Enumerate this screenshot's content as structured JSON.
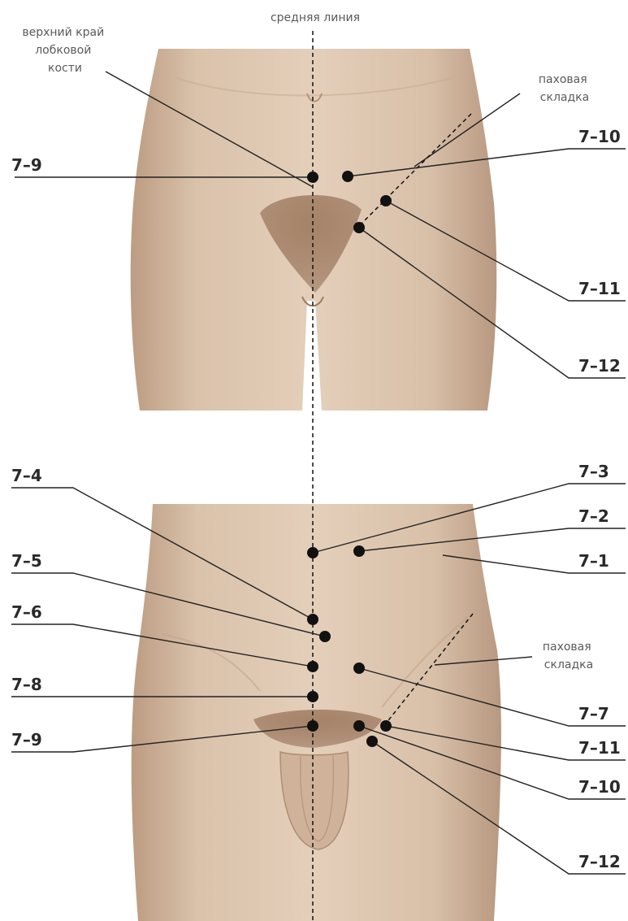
{
  "midline_label": "средняя линия",
  "female": {
    "pubic_edge_label": [
      "верхний край",
      "лобковой",
      "кости"
    ],
    "inguinal_label": [
      "паховая",
      "складка"
    ],
    "points": [
      "7–9",
      "7–10",
      "7–11",
      "7–12"
    ]
  },
  "male": {
    "inguinal_label": [
      "паховая",
      "складка"
    ],
    "points": [
      "7–4",
      "7–3",
      "7–2",
      "7–5",
      "7–1",
      "7–6",
      "7–8",
      "7–7",
      "7–9",
      "7–11",
      "7–10",
      "7–12"
    ]
  },
  "colors": {
    "skin_light": "#e2cbb5",
    "skin_mid": "#cfb096",
    "skin_shadow": "#b08e74",
    "hair": "#8a6248",
    "point": "#111111"
  }
}
